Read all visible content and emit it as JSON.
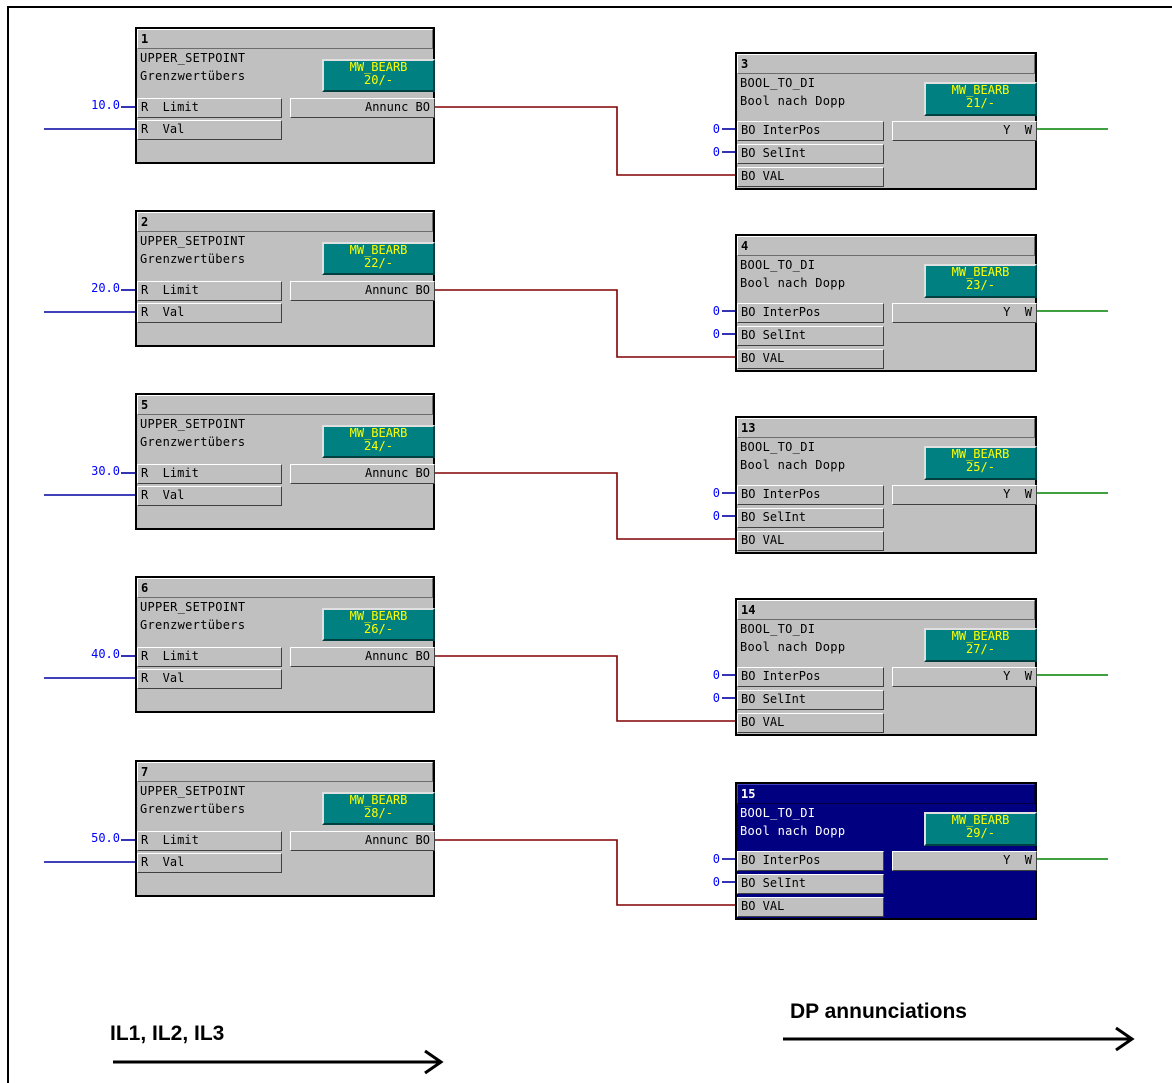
{
  "left_blocks": [
    {
      "num": "1",
      "type": "UPPER_SETPOINT",
      "comment": "Grenzwertübers",
      "mw1": "MW_BEARB",
      "mw2": "20/-",
      "in1": "R  Limit",
      "in2": "R  Val",
      "out": "Annunc BO",
      "limit_value": "10.0"
    },
    {
      "num": "2",
      "type": "UPPER_SETPOINT",
      "comment": "Grenzwertübers",
      "mw1": "MW_BEARB",
      "mw2": "22/-",
      "in1": "R  Limit",
      "in2": "R  Val",
      "out": "Annunc BO",
      "limit_value": "20.0"
    },
    {
      "num": "5",
      "type": "UPPER_SETPOINT",
      "comment": "Grenzwertübers",
      "mw1": "MW_BEARB",
      "mw2": "24/-",
      "in1": "R  Limit",
      "in2": "R  Val",
      "out": "Annunc BO",
      "limit_value": "30.0"
    },
    {
      "num": "6",
      "type": "UPPER_SETPOINT",
      "comment": "Grenzwertübers",
      "mw1": "MW_BEARB",
      "mw2": "26/-",
      "in1": "R  Limit",
      "in2": "R  Val",
      "out": "Annunc BO",
      "limit_value": "40.0"
    },
    {
      "num": "7",
      "type": "UPPER_SETPOINT",
      "comment": "Grenzwertübers",
      "mw1": "MW_BEARB",
      "mw2": "28/-",
      "in1": "R  Limit",
      "in2": "R  Val",
      "out": "Annunc BO",
      "limit_value": "50.0"
    }
  ],
  "right_blocks": [
    {
      "num": "3",
      "type": "BOOL_TO_DI",
      "comment": "Bool nach Dopp",
      "mw1": "MW_BEARB",
      "mw2": "21/-",
      "in1": "BO InterPos",
      "in2": "BO SelInt",
      "in3": "BO VAL",
      "out": "Y  W",
      "in1_value": "0",
      "in2_value": "0",
      "selected": false
    },
    {
      "num": "4",
      "type": "BOOL_TO_DI",
      "comment": "Bool nach Dopp",
      "mw1": "MW_BEARB",
      "mw2": "23/-",
      "in1": "BO InterPos",
      "in2": "BO SelInt",
      "in3": "BO VAL",
      "out": "Y  W",
      "in1_value": "0",
      "in2_value": "0",
      "selected": false
    },
    {
      "num": "13",
      "type": "BOOL_TO_DI",
      "comment": "Bool nach Dopp",
      "mw1": "MW_BEARB",
      "mw2": "25/-",
      "in1": "BO InterPos",
      "in2": "BO SelInt",
      "in3": "BO VAL",
      "out": "Y  W",
      "in1_value": "0",
      "in2_value": "0",
      "selected": false
    },
    {
      "num": "14",
      "type": "BOOL_TO_DI",
      "comment": "Bool nach Dopp",
      "mw1": "MW_BEARB",
      "mw2": "27/-",
      "in1": "BO InterPos",
      "in2": "BO SelInt",
      "in3": "BO VAL",
      "out": "Y  W",
      "in1_value": "0",
      "in2_value": "0",
      "selected": false
    },
    {
      "num": "15",
      "type": "BOOL_TO_DI",
      "comment": "Bool nach Dopp",
      "mw1": "MW_BEARB",
      "mw2": "29/-",
      "in1": "BO InterPos",
      "in2": "BO SelInt",
      "in3": "BO VAL",
      "out": "Y  W",
      "in1_value": "0",
      "in2_value": "0",
      "selected": true
    }
  ],
  "captions": {
    "left": "IL1, IL2, IL3",
    "right": "DP annunciations"
  },
  "colors": {
    "block": "#c0c0c0",
    "selected_block": "#000080",
    "mw_box": "#008080",
    "mw_text": "#ffff00",
    "input_wire": "#0000a0",
    "link_wire": "#800000",
    "output_wire": "#008000",
    "value_text": "#0000ff"
  }
}
